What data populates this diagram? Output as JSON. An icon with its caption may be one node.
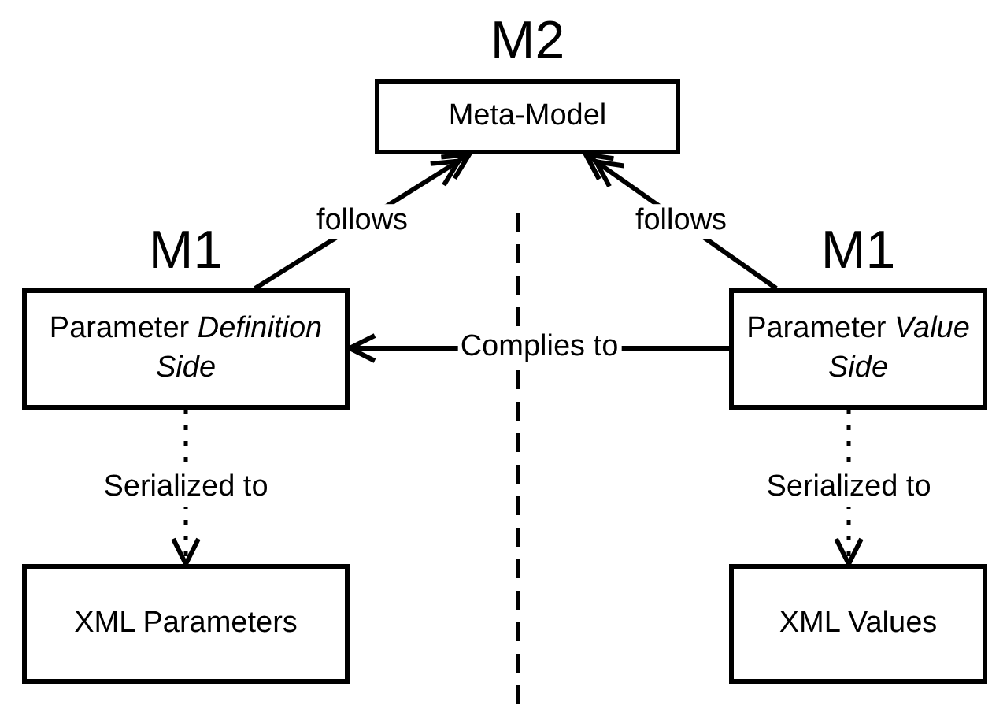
{
  "diagram": {
    "nodes": [
      {
        "text": [
          "M2",
          "Meta-Model"
        ]
      },
      {
        "text": [
          "M1",
          "Parameter *Definition Side*"
        ]
      },
      {
        "text": [
          "M1",
          "Parameter *Value Side*"
        ]
      },
      {
        "text": [
          "XML Parameters"
        ]
      },
      {
        "text": [
          "XML Values"
        ]
      }
    ],
    "edges": [
      {
        "from": 1,
        "to": 0,
        "arrow": "to",
        "label": "follows"
      },
      {
        "from": 2,
        "to": 0,
        "arrow": "to",
        "label": "follows"
      },
      {
        "from": 2,
        "to": 1,
        "arrow": "to",
        "label": "Complies to"
      },
      {
        "from": 1,
        "to": 3,
        "arrow": "to",
        "label": "Serialized to",
        "style": "dashed"
      },
      {
        "from": 2,
        "to": 4,
        "arrow": "to",
        "label": "Serialized to",
        "style": "dashed"
      }
    ]
  }
}
